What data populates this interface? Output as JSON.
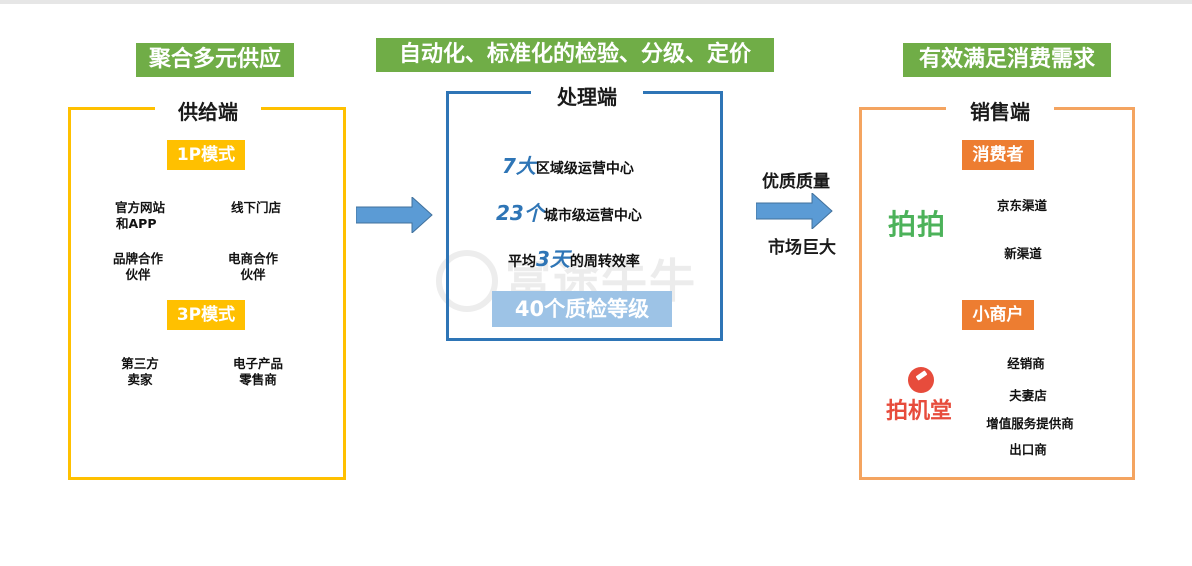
{
  "banners": {
    "supply": "聚合多元供应",
    "process": "自动化、标准化的检验、分级、定价",
    "sales": "有效满足消费需求"
  },
  "supply": {
    "title": "供给端",
    "mode1": "1P模式",
    "mode1_items": [
      {
        "line1": "官方网站",
        "line2": "和APP"
      },
      {
        "line1": "线下门店",
        "line2": ""
      },
      {
        "line1": "品牌合作",
        "line2": "伙伴"
      },
      {
        "line1": "电商合作",
        "line2": "伙伴"
      }
    ],
    "mode3": "3P模式",
    "mode3_items": [
      {
        "line1": "第三方",
        "line2": "卖家"
      },
      {
        "line1": "电子产品",
        "line2": "零售商"
      }
    ]
  },
  "process": {
    "title": "处理端",
    "stats": [
      {
        "prefix": "",
        "num": "7大",
        "suffix": "区域级运营中心"
      },
      {
        "prefix": "",
        "num": "23个",
        "suffix": "城市级运营中心"
      },
      {
        "prefix": "平均",
        "num": "3天",
        "suffix": "的周转效率"
      }
    ],
    "grade": "40个质检等级"
  },
  "middle": {
    "top_label": "优质质量",
    "bottom_label": "市场巨大"
  },
  "sales": {
    "title": "销售端",
    "consumer": "消费者",
    "consumer_channels": [
      "京东渠道",
      "新渠道"
    ],
    "paipai_logo": "拍拍",
    "merchant": "小商户",
    "merchant_channels": [
      "经销商",
      "夫妻店",
      "增值服务提供商",
      "出口商"
    ],
    "paijitang_logo": "拍机堂"
  },
  "watermark": "富途牛牛",
  "colors": {
    "green": "#70ad47",
    "yellow": "#ffc000",
    "blue": "#2e75b6",
    "orange": "#ed7d31",
    "arrow": "#5b9bd5"
  },
  "icons": [
    "arrow-right-icon",
    "paipai-logo",
    "paijitang-logo",
    "futu-watermark"
  ]
}
